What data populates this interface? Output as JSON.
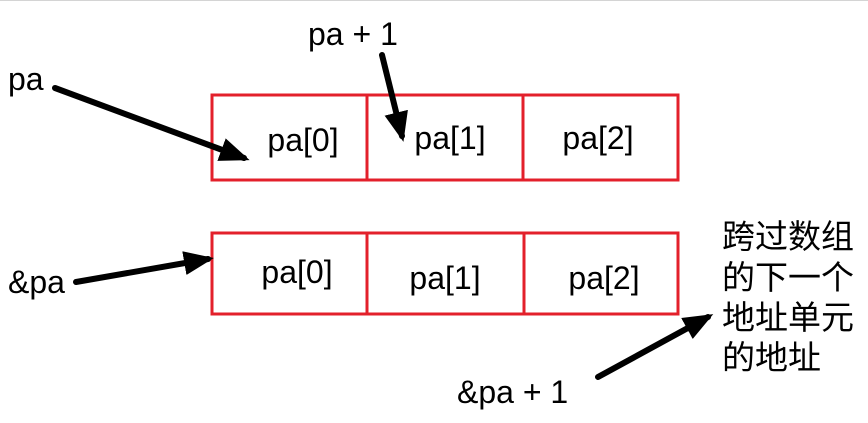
{
  "labels": {
    "pa": "pa",
    "pa_plus_1": "pa + 1",
    "amp_pa": "&pa",
    "amp_pa_plus_1": "&pa + 1"
  },
  "top_array": {
    "cells": [
      "pa[0]",
      "pa[1]",
      "pa[2]"
    ]
  },
  "bottom_array": {
    "cells": [
      "pa[0]",
      "pa[1]",
      "pa[2]"
    ]
  },
  "annotation": {
    "lines": [
      "跨过数组",
      "的下一个",
      "地址单元",
      "的地址"
    ]
  },
  "colors": {
    "cell_border": "#e3202b",
    "arrow": "#000000",
    "text": "#000000"
  }
}
